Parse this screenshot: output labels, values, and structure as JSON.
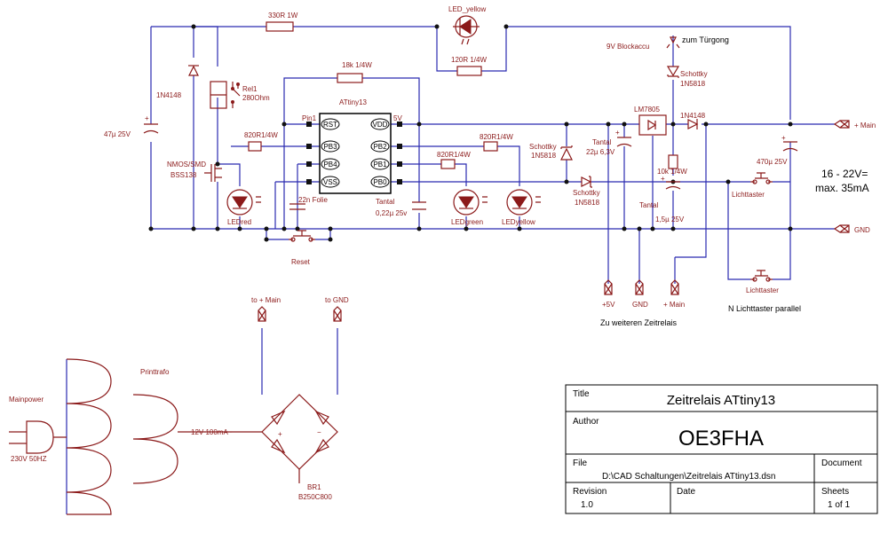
{
  "labels": {
    "r330": "330R 1W",
    "led_yellow_top": "LED_yellow",
    "r120": "120R 1/4W",
    "r18k": "18k 1/4W",
    "d1n4148_left": "1N4148",
    "rel1": "Rel1",
    "rel1_val": "280Ohm",
    "c47": "47µ 25V",
    "attiny": "ATtiny13",
    "pin1": "Pin1",
    "v5": "5V",
    "pins": [
      "RST",
      "PB3",
      "PB4",
      "VSS",
      "VDD",
      "PB2",
      "PB1",
      "PB0"
    ],
    "r820_a": "820R1/4W",
    "r820_b": "820R1/4W",
    "r820_c": "820R1/4W",
    "nmos": "NMOS/SMD",
    "bss": "BSS138",
    "c22n": "22n  Folie",
    "tantal_a": "Tantal",
    "tantal_a_val": "0,22µ 25v",
    "led_red": "LEDred",
    "led_green": "LEDgreen",
    "led_yellow": "LEDyellow",
    "reset": "Reset",
    "v9": "9V Blockaccu",
    "zum": "zum Türgong",
    "schottky_top": "Schottky",
    "d1n5818_top": "1N5818",
    "lm7805": "LM7805",
    "d1n4148_right": "1N4148",
    "schottky_mid": "Schottky",
    "d1n5818_mid": "1N5818",
    "tantal_b": "Tantal",
    "tantal_b_val": "22µ 6,3V",
    "r10k": "10k 1/4W",
    "schottky_low": "Schottky",
    "d1n5818_low": "1N5818",
    "tantal_c": "Tantal",
    "tantal_c_val": "1,5µ 25V",
    "c470": "470µ 25V",
    "main": "+ Main",
    "gnd": "GND",
    "range": "16 - 22V=",
    "max": "max. 35mA",
    "lichttaster_a": "Lichttaster",
    "lichttaster_b": "Lichttaster",
    "n_parallel": "N Lichttaster parallel",
    "p5v": "+5V",
    "pgnd": "GND",
    "pmain": "+ Main",
    "zu_weiteren": "Zu weiteren Zeitrelais",
    "to_main": "to + Main",
    "to_gnd": "to GND",
    "mainpower": "Mainpower",
    "v230": "230V 50HZ",
    "printtrafo": "Printtrafo",
    "v12": "12V 100mA~",
    "plus": "+",
    "minus": "−",
    "br1": "BR1",
    "b250": "B250C800"
  },
  "title_block": {
    "title_label": "Title",
    "title": "Zeitrelais ATtiny13",
    "author_label": "Author",
    "author": "OE3FHA",
    "file_label": "File",
    "file": "D:\\CAD Schaltungen\\Zeitrelais ATtiny13.dsn",
    "document_label": "Document",
    "revision_label": "Revision",
    "revision": "1.0",
    "date_label": "Date",
    "sheets_label": "Sheets",
    "sheets": "1 of 1"
  },
  "colors": {
    "wire": "#2b2bb0",
    "component": "#8b1a1a",
    "text": "#000000"
  }
}
